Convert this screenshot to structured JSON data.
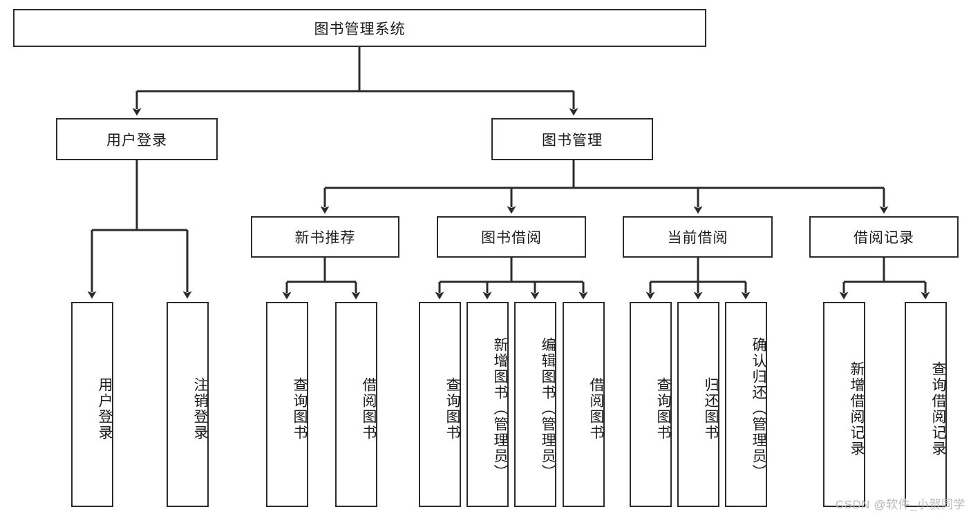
{
  "diagram": {
    "type": "tree-hierarchy",
    "title": "图书管理系统",
    "root": {
      "label": "图书管理系统",
      "name": "root-node-book-management-system"
    },
    "level2": [
      {
        "label": "用户登录",
        "name": "node-user-login"
      },
      {
        "label": "图书管理",
        "name": "node-book-management"
      }
    ],
    "level3": [
      {
        "label": "新书推荐",
        "name": "node-new-book-recommend"
      },
      {
        "label": "图书借阅",
        "name": "node-book-borrow"
      },
      {
        "label": "当前借阅",
        "name": "node-current-borrow"
      },
      {
        "label": "借阅记录",
        "name": "node-borrow-record"
      }
    ],
    "leaves": {
      "user_login": [
        {
          "label": "用户登录",
          "name": "leaf-user-login"
        },
        {
          "label": "注销登录",
          "name": "leaf-logout"
        }
      ],
      "new_book_recommend": [
        {
          "label": "查询图书",
          "name": "leaf-query-book-1"
        },
        {
          "label": "借阅图书",
          "name": "leaf-borrow-book-1"
        }
      ],
      "book_borrow": [
        {
          "label": "查询图书",
          "name": "leaf-query-book-2"
        },
        {
          "label": "新增图书（管理员）",
          "name": "leaf-add-book-admin"
        },
        {
          "label": "编辑图书（管理员）",
          "name": "leaf-edit-book-admin"
        },
        {
          "label": "借阅图书",
          "name": "leaf-borrow-book-2"
        }
      ],
      "current_borrow": [
        {
          "label": "查询图书",
          "name": "leaf-query-book-3"
        },
        {
          "label": "归还图书",
          "name": "leaf-return-book"
        },
        {
          "label": "确认归还（管理员）",
          "name": "leaf-confirm-return-admin"
        }
      ],
      "borrow_record": [
        {
          "label": "新增借阅记录",
          "name": "leaf-add-borrow-record"
        },
        {
          "label": "查询借阅记录",
          "name": "leaf-query-borrow-record"
        }
      ]
    }
  },
  "watermark": {
    "text": "CSDN @软件_小贺同学"
  },
  "colors": {
    "stroke": "#2b2b2b",
    "background": "#ffffff",
    "text": "#1a1a1a",
    "watermark": "#b9b9b9"
  }
}
